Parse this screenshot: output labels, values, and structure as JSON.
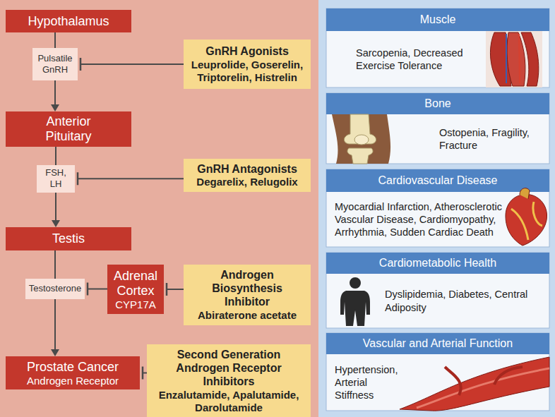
{
  "diagram": {
    "nodes": [
      {
        "text": [
          "Hypothalamus"
        ]
      },
      {
        "text": [
          "Pulsatile GnRH"
        ]
      },
      {
        "text": [
          "GnRH Agonists",
          "Leuprolide, Goserelin, Triptorelin, Histrelin"
        ]
      },
      {
        "text": [
          "Anterior Pituitary"
        ]
      },
      {
        "text": [
          "FSH, LH"
        ]
      },
      {
        "text": [
          "GnRH Antagonists",
          "Degarelix, Relugolix"
        ]
      },
      {
        "text": [
          "Testis"
        ]
      },
      {
        "text": [
          "Testosterone"
        ]
      },
      {
        "text": [
          "Adrenal Cortex",
          "CYP17A"
        ]
      },
      {
        "text": [
          "Androgen Biosynthesis Inhibitor",
          "Abiraterone acetate"
        ]
      },
      {
        "text": [
          "Prostate Cancer",
          "Androgen Receptor"
        ]
      },
      {
        "text": [
          "Second Generation Androgen Receptor Inhibitors",
          "Enzalutamide, Apalutamide, Darolutamide"
        ]
      },
      {
        "text": [
          "Muscle",
          "Sarcopenia, Decreased Exercise Tolerance"
        ]
      },
      {
        "text": [
          "Bone",
          "Ostopenia, Fragility, Fracture"
        ]
      },
      {
        "text": [
          "Cardiovascular Disease",
          "Myocardial Infarction, Atherosclerotic Vascular Disease, Cardiomyopathy, Arrhythmia, Sudden Cardiac Death"
        ]
      },
      {
        "text": [
          "Cardiometabolic Health",
          "Dyslipidemia, Diabetes, Central Adiposity"
        ]
      },
      {
        "text": [
          "Vascular and Arterial Function",
          "Hypertension, Arterial Stiffness"
        ]
      }
    ],
    "edges": [
      {
        "from": 0,
        "to": 1,
        "arrow": "none"
      },
      {
        "from": 1,
        "to": 3,
        "arrow": "to"
      },
      {
        "from": 3,
        "to": 4,
        "arrow": "none"
      },
      {
        "from": 4,
        "to": 6,
        "arrow": "to"
      },
      {
        "from": 6,
        "to": 7,
        "arrow": "none"
      },
      {
        "from": 7,
        "to": 10,
        "arrow": "to"
      },
      {
        "from": 2,
        "to": 1,
        "arrow": "to"
      },
      {
        "from": 5,
        "to": 4,
        "arrow": "to"
      },
      {
        "from": 9,
        "to": 8,
        "arrow": "to"
      },
      {
        "from": 8,
        "to": 7,
        "arrow": "to"
      },
      {
        "from": 11,
        "to": 10,
        "arrow": "to"
      }
    ]
  }
}
